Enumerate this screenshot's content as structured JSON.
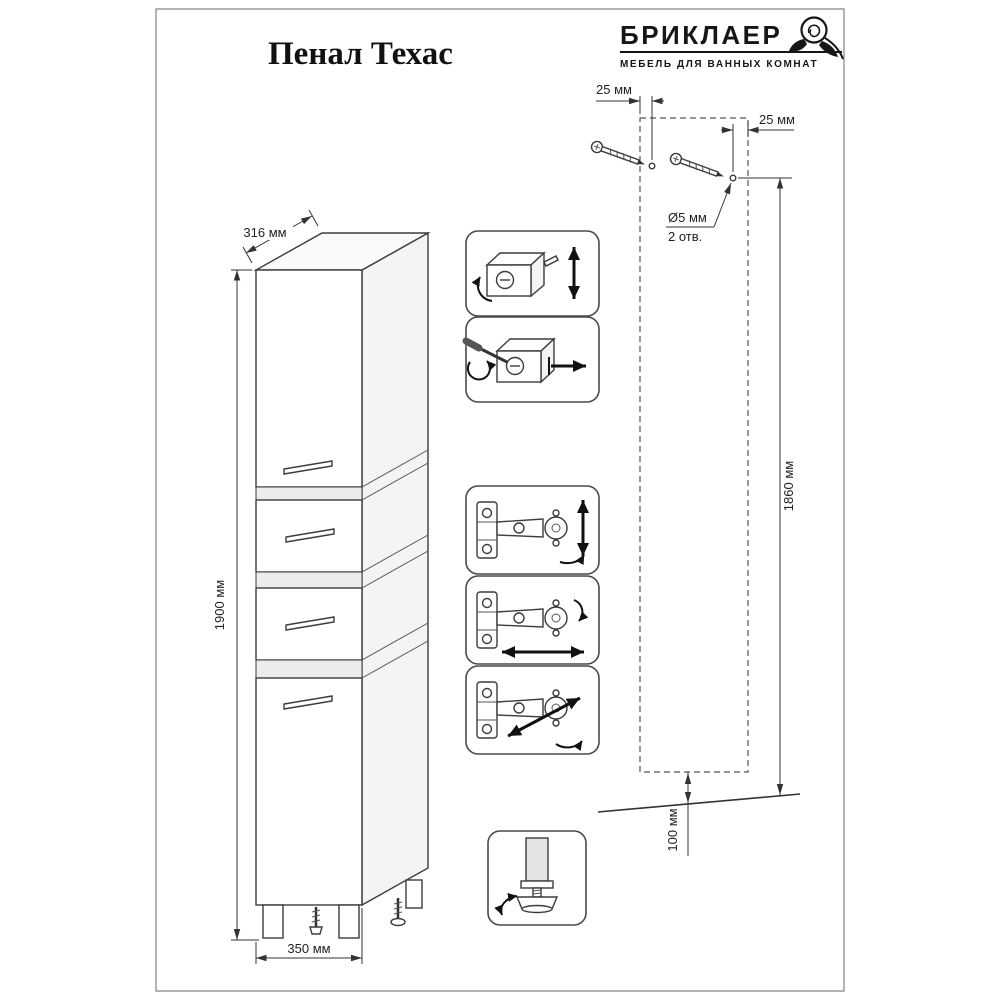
{
  "document": {
    "title": "Пенал Техас"
  },
  "brand": {
    "name": "БРИКЛАЕР",
    "tagline": "МЕБЕЛЬ ДЛЯ ВАННЫХ КОМНАТ",
    "logo_icon": "rose-icon"
  },
  "cabinet": {
    "dimensions": {
      "depth": "316 мм",
      "height": "1900 мм",
      "width": "350 мм"
    }
  },
  "wall_mounting": {
    "offset_left": "25 мм",
    "offset_right": "25 мм",
    "hole_diameter": "Ø5 мм",
    "hole_count": "2 отв.",
    "height_from_floor": "1860 мм",
    "floor_clearance": "100 мм"
  },
  "colors": {
    "background": "#ffffff",
    "line": "#3c3c3c",
    "frame_border": "#9a9a9a",
    "arrow": "#111111"
  }
}
